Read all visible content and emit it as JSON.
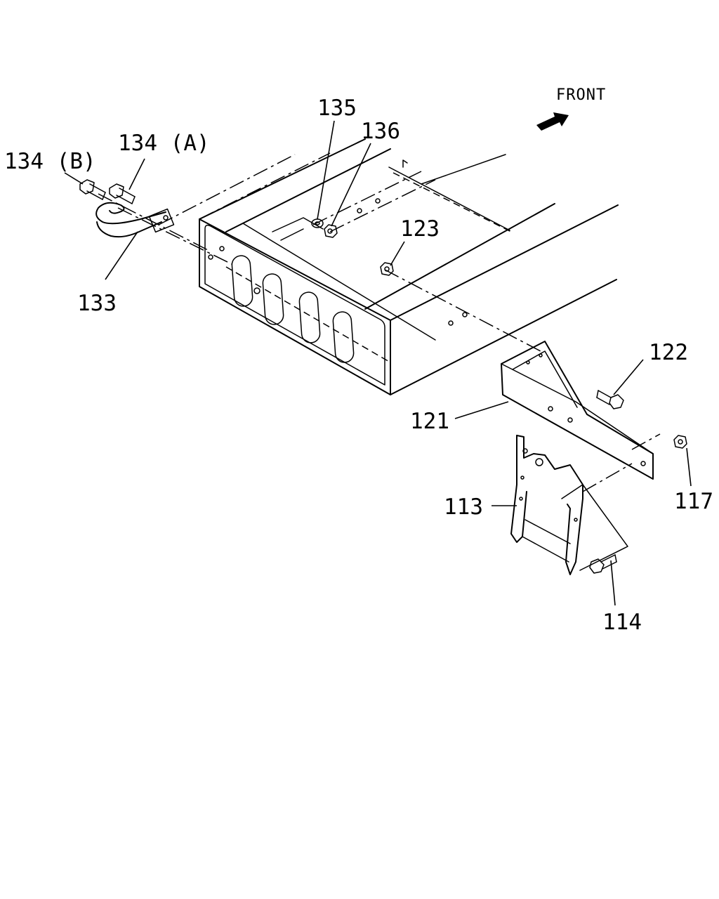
{
  "direction_label": "FRONT",
  "parts": {
    "p135": "135",
    "p136": "136",
    "p134a": "134 (A)",
    "p134b": "134 (B)",
    "p123": "123",
    "p133": "133",
    "p122": "122",
    "p121": "121",
    "p117": "117",
    "p113": "113",
    "p114": "114"
  }
}
